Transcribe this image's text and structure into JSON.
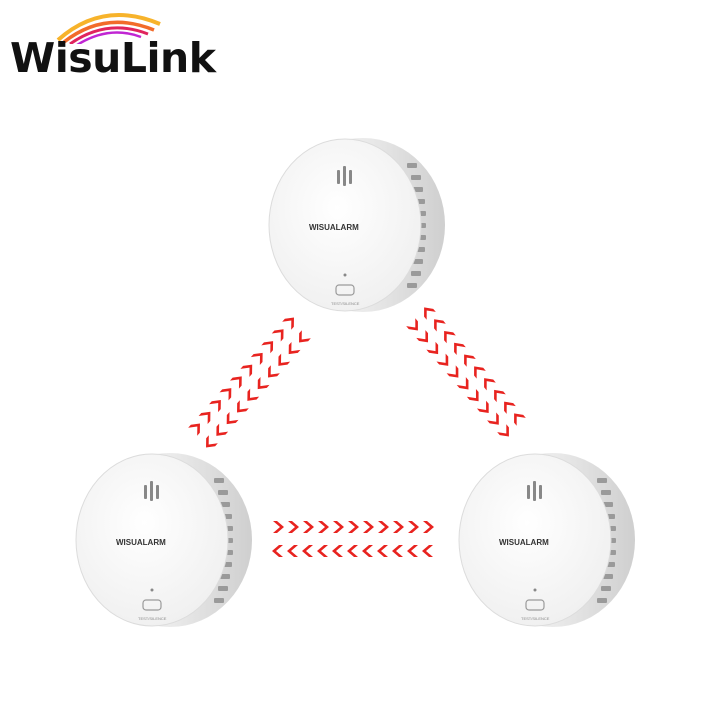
{
  "logo": {
    "text": "WisuLink",
    "arc_colors": [
      "#f7b32b",
      "#f26b2a",
      "#e0245e",
      "#c026d3"
    ]
  },
  "detectors": [
    {
      "id": "top",
      "brand": "WISUALARM",
      "test_label": "TEST/SILENCE"
    },
    {
      "id": "left",
      "brand": "WISUALARM",
      "test_label": "TEST/SILENCE"
    },
    {
      "id": "right",
      "brand": "WISUALARM",
      "test_label": "TEST/SILENCE"
    }
  ],
  "colors": {
    "arrow": "#e8231f",
    "detector_face": "#f4f4f4",
    "detector_side": "#e2e2e2"
  }
}
